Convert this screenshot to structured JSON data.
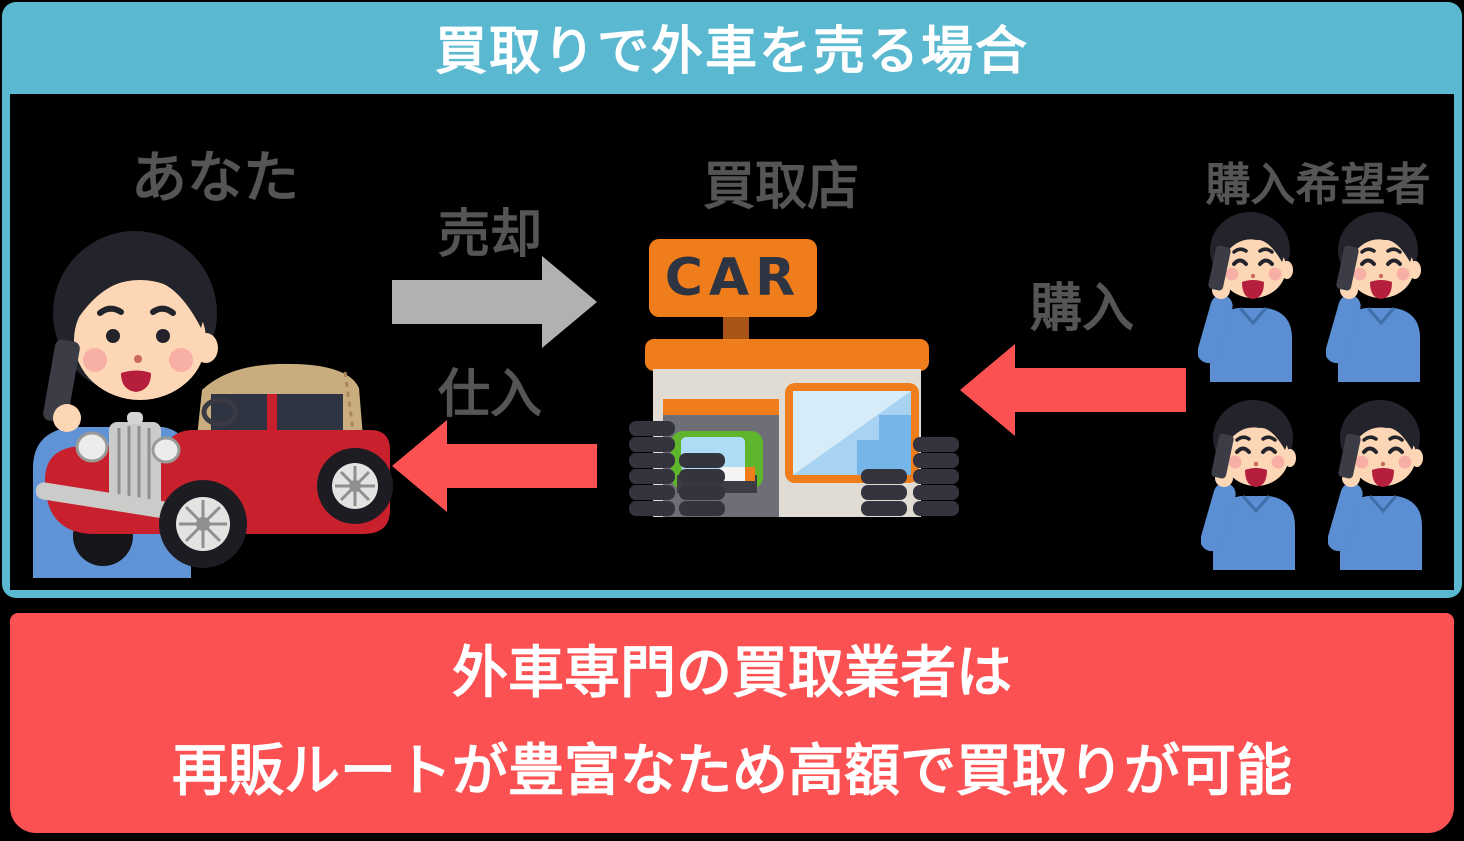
{
  "header": {
    "title": "買取りで外車を売る場合"
  },
  "diagram": {
    "you_label": "あなた",
    "sell_label": "売却",
    "supply_label": "仕入",
    "shop_label": "買取店",
    "purchase_label": "購入",
    "buyers_label": "購入希望者",
    "shop_sign": "CAR"
  },
  "footer": {
    "line1": "外車専門の買取業者は",
    "line2": "再販ルートが豊富なため高額で買取りが可能"
  },
  "icons": {
    "sell_arrow": "arrow-right-gray",
    "supply_arrow": "arrow-left-red",
    "purchase_arrow": "arrow-left-red"
  },
  "colors": {
    "teal_band": "#5ab8d0",
    "coral_band": "#fc5153",
    "arrow_gray": "#b1b1b1",
    "arrow_red": "#fc5153",
    "label_gray": "#555555",
    "shop_orange": "#ef7d1b",
    "sign_text_dark": "#2e3442",
    "background": "#000000",
    "title_text": "#ffffff",
    "footer_text": "#ffffff"
  }
}
